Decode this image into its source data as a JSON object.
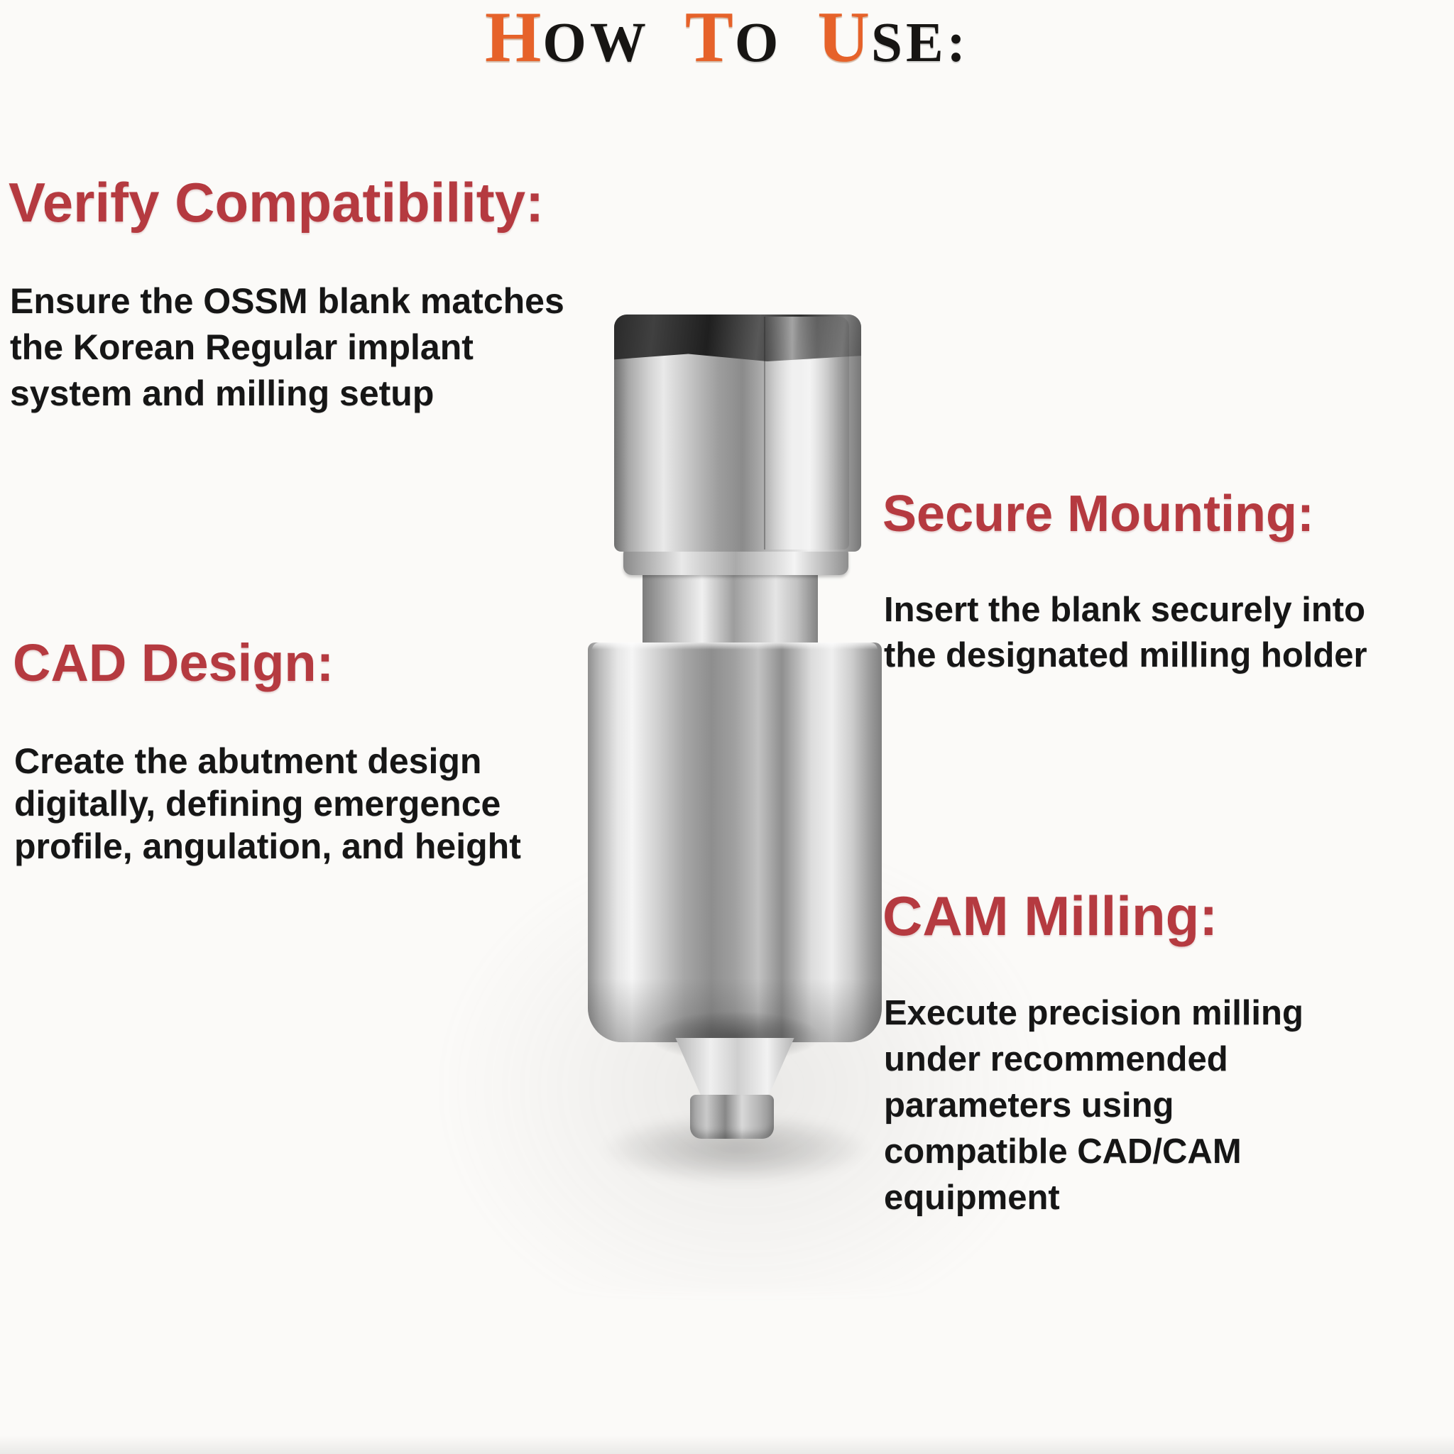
{
  "title": {
    "text": "How To Use:",
    "words": [
      {
        "lead": "H",
        "rest": "ow"
      },
      {
        "lead": "T",
        "rest": "o"
      },
      {
        "lead": "U",
        "rest": "se:"
      }
    ]
  },
  "sections": [
    {
      "id": "verify-compatibility",
      "heading": "Verify Compatibility:",
      "lines": [
        "Ensure the OSSM blank matches",
        "the Korean Regular implant",
        "system and milling setup"
      ]
    },
    {
      "id": "secure-mounting",
      "heading": "Secure Mounting:",
      "lines": [
        "Insert the blank securely into",
        "the designated milling holder"
      ]
    },
    {
      "id": "cad-design",
      "heading": "CAD Design:",
      "lines": [
        "Create the abutment design",
        "digitally, defining emergence",
        "profile, angulation, and height"
      ]
    },
    {
      "id": "cam-milling",
      "heading": "CAM Milling:",
      "lines": [
        "Execute precision milling",
        "under recommended",
        "parameters using",
        "compatible CAD/CAM",
        "equipment"
      ]
    }
  ],
  "product_image_alt": "Titanium pre-milled abutment blank with hex head and tapered connection tip",
  "colors": {
    "heading_red": "#B53A40",
    "title_accent_orange": "#E6622A",
    "title_black": "#171513",
    "body_black": "#161616",
    "background": "#FBFAF8",
    "metal_light": "#F2F2F2",
    "metal_dark": "#6E6E6E"
  }
}
